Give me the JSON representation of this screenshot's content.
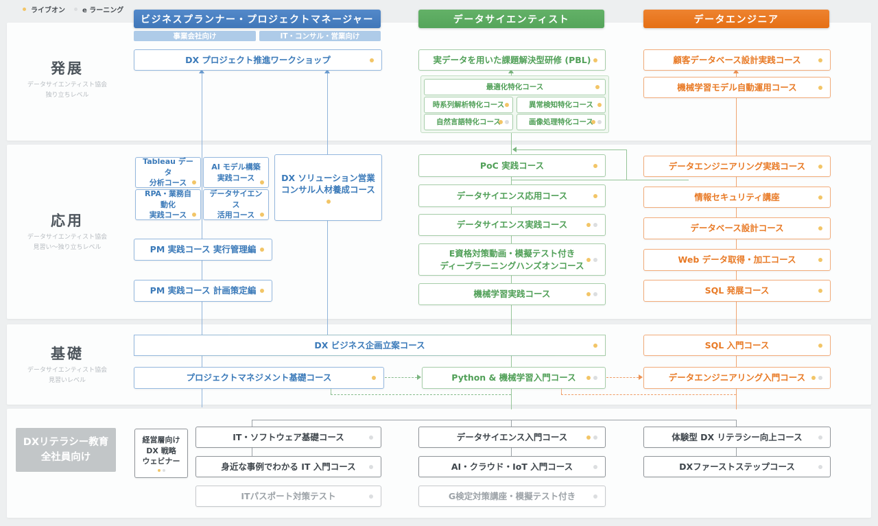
{
  "legend": {
    "live_label": "ライブオン",
    "elearning_label": "e ラーニング"
  },
  "colors": {
    "planner_blue": "#4680c2",
    "scientist_green": "#5aab60",
    "engineer_orange": "#e87a24",
    "live_dot": "#f2c567",
    "elearning_dot": "#dcdee0"
  },
  "headers": {
    "planner": {
      "title": "ビジネスプランナー・プロジェクトマネージャー",
      "sub_left": "事業会社向け",
      "sub_right": "IT・コンサル・営業向け"
    },
    "scientist": {
      "title": "データサイエンティスト"
    },
    "engineer": {
      "title": "データエンジニア"
    }
  },
  "levels": {
    "advanced": {
      "title": "発展",
      "note": "データサイエンティスト協会\n独り立ちレベル"
    },
    "applied": {
      "title": "応用",
      "note": "データサイエンティスト協会\n見習い〜独り立ちレベル"
    },
    "basic": {
      "title": "基礎",
      "note": "データサイエンティスト協会\n見習いレベル"
    },
    "literacy": {
      "title": "DXリテラシー教育\n全社員向け"
    }
  },
  "courses": {
    "dx_workshop": {
      "label": "DX プロジェクト推進ワークショップ",
      "badges": "live"
    },
    "tableau": {
      "label": "Tableau データ\n分析コース",
      "badges": "live"
    },
    "ai_model": {
      "label": "AI モデル構築\n実践コース",
      "badges": "live"
    },
    "rpa": {
      "label": "RPA・業務自動化\n実践コース",
      "badges": "live"
    },
    "ds_katsuyo": {
      "label": "データサイエンス\n活用コース",
      "badges": "live"
    },
    "dx_solution": {
      "label": "DX ソリューション営業\nコンサル人材養成コース",
      "badges": "live"
    },
    "pm_jikkou": {
      "label": "PM 実践コース 実行管理編",
      "badges": "live"
    },
    "pm_keikaku": {
      "label": "PM 実践コース 計画策定編",
      "badges": "live"
    },
    "dx_kikaku": {
      "label": "DX ビジネス企画立案コース",
      "badges": "live"
    },
    "pm_kiso": {
      "label": "プロジェクトマネジメント基礎コース",
      "badges": "live"
    },
    "pbl": {
      "label": "実データを用いた課題解決型研修 (PBL)",
      "badges": "live"
    },
    "saitekika": {
      "label": "最適化特化コース",
      "badges": "live"
    },
    "jikeiretsu": {
      "label": "時系列解析特化コース",
      "badges": "live"
    },
    "ijou": {
      "label": "異常検知特化コース",
      "badges": "live"
    },
    "shizen": {
      "label": "自然言語特化コース",
      "badges": "live e"
    },
    "gazou": {
      "label": "画像処理特化コース",
      "badges": "live e"
    },
    "poc": {
      "label": "PoC 実践コース",
      "badges": "live"
    },
    "ds_ouyou": {
      "label": "データサイエンス応用コース",
      "badges": "live"
    },
    "ds_jissen": {
      "label": "データサイエンス実践コース",
      "badges": "live e"
    },
    "eshikaku": {
      "label": "E資格対策動画・模擬テスト付き\nディープラーニングハンズオンコース",
      "badges": "live e"
    },
    "ml_jissen": {
      "label": "機械学習実践コース",
      "badges": "live e"
    },
    "python": {
      "label": "Python & 機械学習入門コース",
      "badges": "live e"
    },
    "kokyaku_db": {
      "label": "顧客データベース設計実践コース",
      "badges": "live"
    },
    "ml_auto": {
      "label": "機械学習モデル自動運用コース",
      "badges": "live"
    },
    "de_jissen": {
      "label": "データエンジニアリング実践コース",
      "badges": "live"
    },
    "security": {
      "label": "情報セキュリティ講座",
      "badges": "live"
    },
    "db_sekkei": {
      "label": "データベース設計コース",
      "badges": "live"
    },
    "web_data": {
      "label": "Web データ取得・加工コース",
      "badges": "live"
    },
    "sql_hatten": {
      "label": "SQL 発展コース",
      "badges": "live"
    },
    "sql_nyumon": {
      "label": "SQL 入門コース",
      "badges": "live"
    },
    "de_nyumon": {
      "label": "データエンジニアリング入門コース",
      "badges": "live e"
    },
    "keieisou": {
      "label": "経営層向け\nDX 戦略\nウェビナー",
      "badges": "live e"
    },
    "it_soft": {
      "label": "IT・ソフトウェア基礎コース",
      "badges": "e"
    },
    "it_nyumon": {
      "label": "身近な事例でわかる IT 入門コース",
      "badges": "e"
    },
    "it_passport": {
      "label": "ITパスポート対策テスト",
      "badges": "e"
    },
    "ds_nyumon": {
      "label": "データサイエンス入門コース",
      "badges": "live e"
    },
    "ai_cloud": {
      "label": "AI・クラウド・IoT 入門コース",
      "badges": "e"
    },
    "g_kentei": {
      "label": "G検定対策講座・模擬テスト付き",
      "badges": "e"
    },
    "taiken": {
      "label": "体験型 DX リテラシー向上コース",
      "badges": "e"
    },
    "dx_first": {
      "label": "DXファーストステップコース",
      "badges": "e"
    }
  }
}
